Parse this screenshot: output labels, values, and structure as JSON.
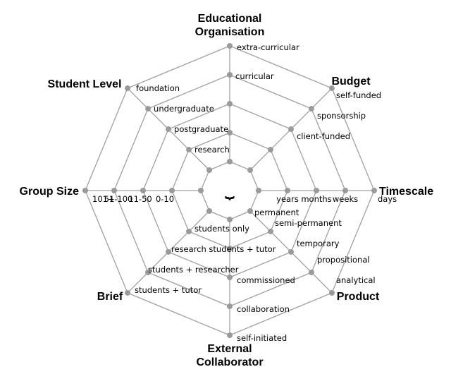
{
  "diagram": {
    "center_glyph": "⏟",
    "axes": [
      {
        "key": "educational-organisation",
        "title_lines": [
          "Educational",
          "Organisation"
        ],
        "levels": [
          "extra-curricular",
          "curricular",
          "",
          "",
          ""
        ]
      },
      {
        "key": "budget",
        "title_lines": [
          "Budget"
        ],
        "levels": [
          "self-funded",
          "sponsorship",
          "client-funded",
          "",
          ""
        ]
      },
      {
        "key": "timescale",
        "title_lines": [
          "Timescale"
        ],
        "levels": [
          "days",
          "weeks",
          "months",
          "years",
          ""
        ]
      },
      {
        "key": "product",
        "title_lines": [
          "Product"
        ],
        "levels": [
          "analytical",
          "propositional",
          "temporary",
          "semi-permanent",
          "permanent"
        ]
      },
      {
        "key": "external-collaborator",
        "title_lines": [
          "External",
          "Collaborator"
        ],
        "levels": [
          "self-initiated",
          "collaboration",
          "commissioned",
          "",
          ""
        ]
      },
      {
        "key": "brief",
        "title_lines": [
          "Brief"
        ],
        "levels": [
          "students + tutor",
          "students + researcher",
          "research students + tutor",
          "students only",
          ""
        ]
      },
      {
        "key": "group-size",
        "title_lines": [
          "Group Size"
        ],
        "levels": [
          "101+",
          "51-100",
          "11-50",
          "0-10",
          ""
        ]
      },
      {
        "key": "student-level",
        "title_lines": [
          "Student Level"
        ],
        "levels": [
          "foundation",
          "undergraduate",
          "postgraduate",
          "research",
          ""
        ]
      }
    ],
    "colors": {
      "grid": "#a0a0a0",
      "node": "#9a9a9a",
      "text": "#000000"
    }
  }
}
